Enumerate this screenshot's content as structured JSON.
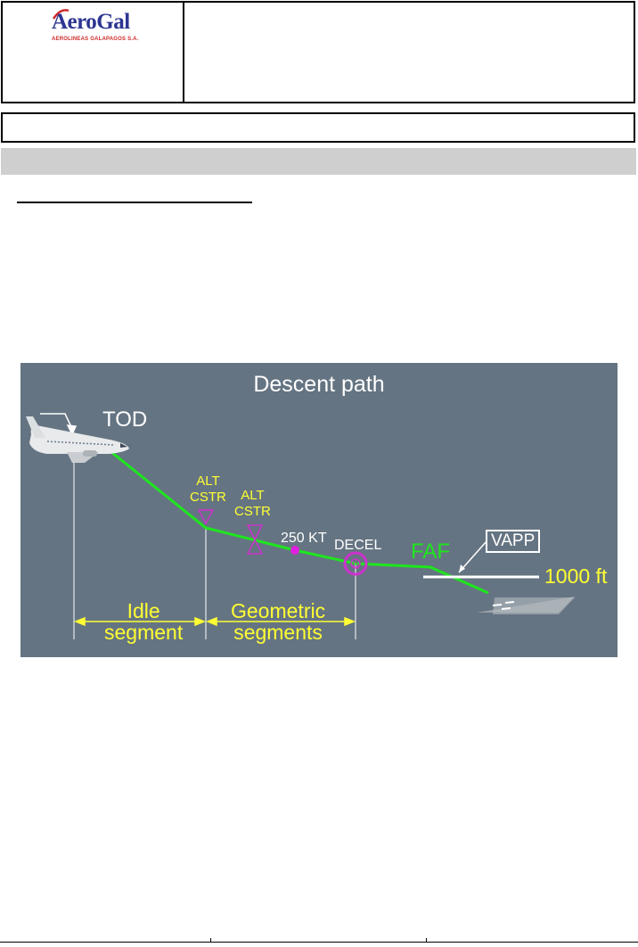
{
  "header": {
    "logo_text": "AeroGal",
    "logo_subtitle": "AEROLINEAS GALAPAGOS S.A."
  },
  "figure": {
    "title": "Descent path",
    "labels": {
      "tod": "TOD",
      "alt_cstr_1": "ALT\nCSTR",
      "alt_cstr_2": "ALT\nCSTR",
      "speed": "250 KT",
      "decel": "DECEL",
      "faf": "FAF",
      "vapp": "VAPP",
      "altitude": "1000 ft",
      "idle_segment": "Idle\nsegment",
      "geometric_segments": "Geometric\nsegments"
    },
    "colors": {
      "background": "#657482",
      "path": "#1ee61e",
      "constraint": "#cc33cc",
      "label_yellow": "#ffff33",
      "white": "#ffffff"
    },
    "icons": [
      "aircraft-icon",
      "alt-constraint-icon",
      "speed-dot-icon",
      "decel-point-icon",
      "runway-icon"
    ]
  }
}
